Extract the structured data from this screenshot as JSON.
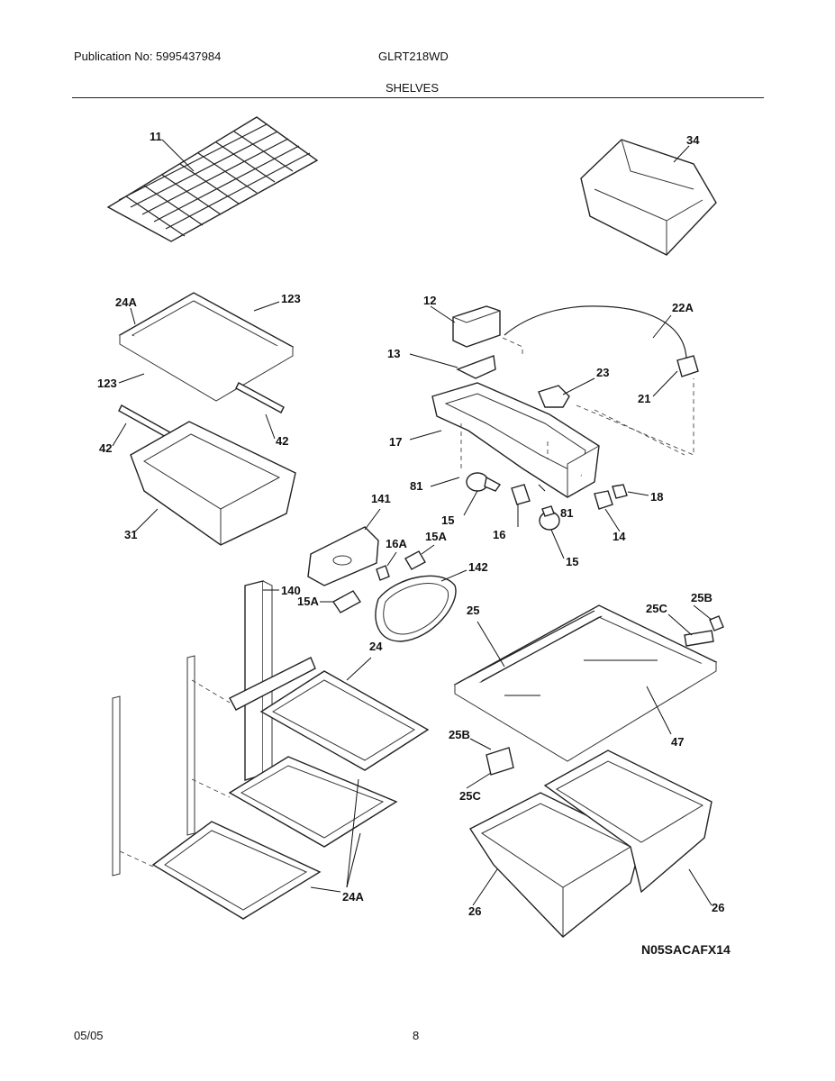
{
  "header": {
    "publication": "Publication No: 5995437984",
    "model": "GLRT218WD",
    "section": "SHELVES"
  },
  "parts": {
    "p11": "11",
    "p34": "34",
    "p24A_top": "24A",
    "p123_top": "123",
    "p123_mid": "123",
    "p42_left": "42",
    "p42_right": "42",
    "p31": "31",
    "p12": "12",
    "p13": "13",
    "p22A": "22A",
    "p23": "23",
    "p21": "21",
    "p17": "17",
    "p81_left": "81",
    "p81_right": "81",
    "p18": "18",
    "p15_left": "15",
    "p16": "16",
    "p14": "14",
    "p15_right": "15",
    "p141": "141",
    "p16A": "16A",
    "p15A_right": "15A",
    "p140": "140",
    "p142": "142",
    "p15A_left": "15A",
    "p25": "25",
    "p25B_right": "25B",
    "p25C_right": "25C",
    "p24": "24",
    "p47": "47",
    "p25B_left": "25B",
    "p25C_left": "25C",
    "p24A_bottom": "24A",
    "p26_left": "26",
    "p26_right": "26"
  },
  "diagram_code": "N05SACAFX14",
  "footer": {
    "date": "05/05",
    "page": "8"
  }
}
